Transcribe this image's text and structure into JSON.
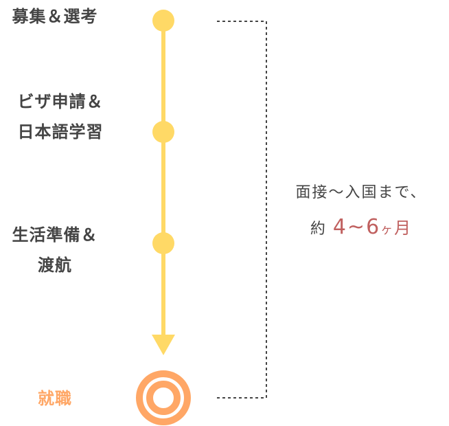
{
  "steps": [
    {
      "lines": [
        "募集＆選考"
      ]
    },
    {
      "lines": [
        "ビザ申請＆",
        "日本語学習"
      ]
    },
    {
      "lines": [
        "生活準備＆",
        "渡航"
      ]
    },
    {
      "lines": [
        "就職"
      ]
    }
  ],
  "note": {
    "line1": "面接～入国まで、",
    "prefix": "約",
    "duration": "4~6",
    "unit_small": "ヶ",
    "unit": "月"
  },
  "colors": {
    "timeline": "#FFD966",
    "goal": "#FFA766",
    "text": "#444444",
    "highlight": "#C0605F"
  }
}
